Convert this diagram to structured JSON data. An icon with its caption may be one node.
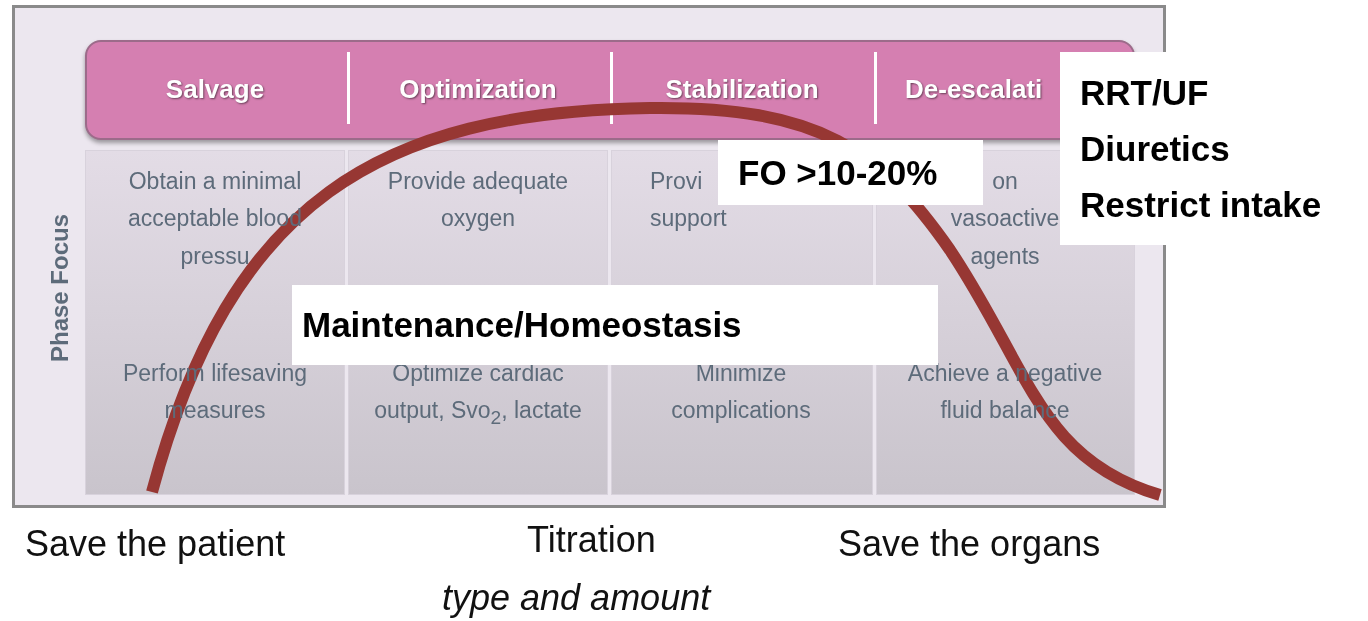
{
  "diagram": {
    "nodes": [
      {
        "text": [
          "FO >10-20%"
        ]
      },
      {
        "text": [
          "RRT/UF",
          "Diuretics",
          "Restrict intake"
        ]
      },
      {
        "text": [
          "Maintenance/Homeostasis"
        ]
      }
    ],
    "labels": [
      "Salvage",
      "Optimization",
      "Stabilization",
      "De-escalati",
      "Phase Focus",
      "Obtain a minimal acceptable blood pressu",
      "Provide adequate oxygen",
      "Provi support",
      "on vasoactive agents",
      "Perform lifesaving measures",
      "Optimize cardiac output, Svo$_{2}$, lactate",
      "Minimize complications",
      "Achieve a negative fluid balance",
      "Save the patient",
      "Titration",
      "type and amount",
      "Save the organs"
    ]
  }
}
